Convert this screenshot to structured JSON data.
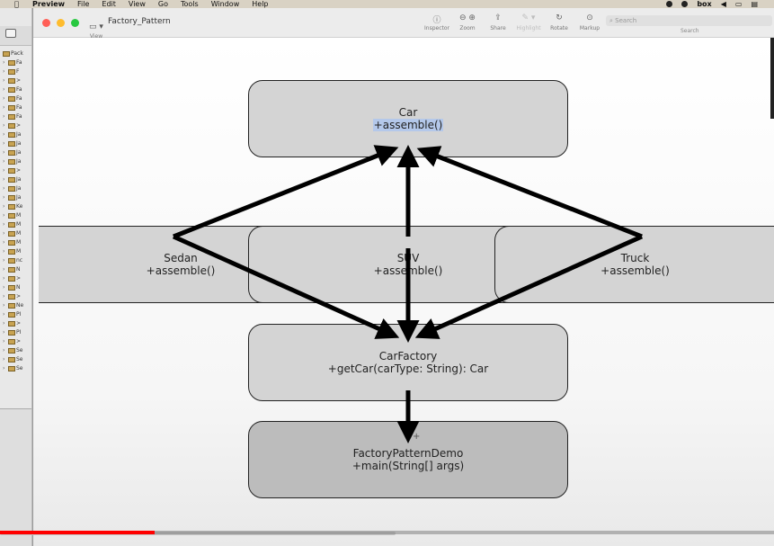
{
  "menubar": {
    "apple": "",
    "items": [
      "Preview",
      "File",
      "Edit",
      "View",
      "Go",
      "Tools",
      "Window",
      "Help"
    ],
    "tray_box": "box"
  },
  "ide": {
    "root_label": "Pack",
    "rows": [
      "Fa",
      "F",
      ">",
      "Fa",
      "Fa",
      "Fa",
      "Fa",
      ">",
      "Ja",
      "Ja",
      "Ja",
      "Ja",
      ">",
      "Ja",
      "Ja",
      "Ja",
      "Ke",
      "M",
      "M",
      "M",
      "M",
      "M",
      "nc",
      "N",
      ">",
      "N",
      ">",
      "Ne",
      "PI",
      ">",
      "PI",
      ">",
      "Se",
      "Se",
      "Se"
    ]
  },
  "window": {
    "title": "Factory_Pattern",
    "view_label": "View",
    "tools": [
      {
        "label": "Inspector",
        "icon": "info-icon",
        "glyph": "ⓘ",
        "enabled": true
      },
      {
        "label": "Zoom",
        "icon": "zoom-icon",
        "glyph": "⊖ ⊕",
        "enabled": true
      },
      {
        "label": "Share",
        "icon": "share-icon",
        "glyph": "⇪",
        "enabled": true
      },
      {
        "label": "Highlight",
        "icon": "highlight-icon",
        "glyph": "✎ ▾",
        "enabled": false
      },
      {
        "label": "Rotate",
        "icon": "rotate-icon",
        "glyph": "↻",
        "enabled": true
      },
      {
        "label": "Markup",
        "icon": "markup-icon",
        "glyph": "⊙",
        "enabled": true
      }
    ],
    "search_placeholder": "Search",
    "search_label": "Search"
  },
  "diagram": {
    "car": {
      "name": "Car",
      "method": "+assemble()"
    },
    "sedan": {
      "name": "Sedan",
      "method": "+assemble()"
    },
    "suv": {
      "name": "SUV",
      "method": "+assemble()"
    },
    "truck": {
      "name": "Truck",
      "method": "+assemble()"
    },
    "factory": {
      "name": "CarFactory",
      "method": "+getCar(carType: String): Car"
    },
    "demo": {
      "name": "FactoryPatternDemo",
      "method": "+main(String[] args)"
    }
  },
  "video": {
    "progress": 0.2
  }
}
